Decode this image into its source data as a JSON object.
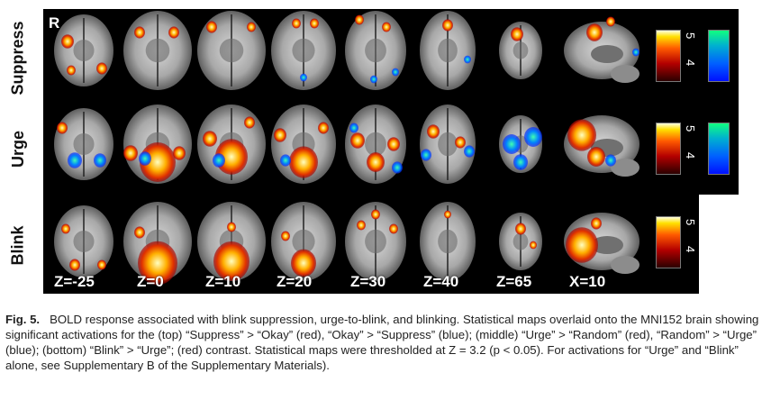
{
  "rows": [
    {
      "label": "Suppress"
    },
    {
      "label": "Urge"
    },
    {
      "label": "Blink"
    }
  ],
  "orientation_marker": "R",
  "slice_labels": [
    "Z=-25",
    "Z=0",
    "Z=10",
    "Z=20",
    "Z=30",
    "Z=40",
    "Z=65",
    "X=10"
  ],
  "colorbar": {
    "max_label": "5",
    "min_label": "4"
  },
  "colors": {
    "hot_max": "#ffffe0",
    "hot_mid": "#ff5a00",
    "hot_min": "#b40000",
    "cool_max": "#10ff80",
    "cool_min": "#0010ff"
  },
  "caption": {
    "fig_label": "Fig. 5.",
    "text": "BOLD response associated with blink suppression, urge-to-blink, and blinking. Statistical maps overlaid onto the MNI152 brain showing significant activations for the (top) “Suppress” >  “Okay” (red), “Okay” > “Suppress” (blue); (middle) “Urge” > “Random” (red), “Random” > “Urge” (blue); (bottom) “Blink” > “Urge”; (red) contrast. Statistical maps were thresholded at Z = 3.2 (p < 0.05). For activations for “Urge” and “Blink” alone, see Supplementary B of the Supplementary Materials)."
  }
}
